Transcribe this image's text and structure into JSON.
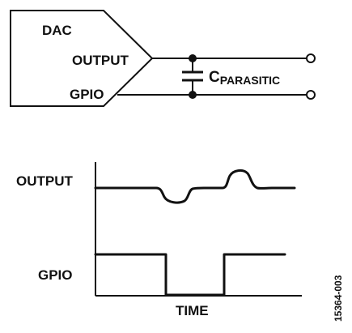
{
  "schematic": {
    "block_label": "DAC",
    "pin_output": "OUTPUT",
    "pin_gpio": "GPIO",
    "cap_symbol": "C",
    "cap_subscript": "PARASITIC"
  },
  "timing": {
    "trace_output_label": "OUTPUT",
    "trace_gpio_label": "GPIO",
    "time_axis_label": "TIME"
  },
  "figure_id": "15364-003"
}
